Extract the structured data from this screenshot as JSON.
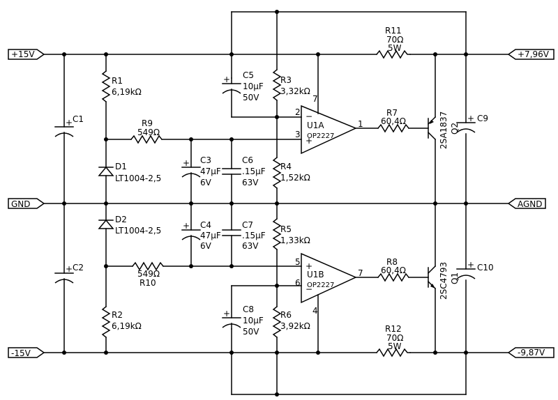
{
  "ports": {
    "pos15": "+15V",
    "gnd": "GND",
    "neg15": "-15V",
    "pos_out": "+7,96V",
    "agnd": "AGND",
    "neg_out": "-9,87V"
  },
  "components": {
    "R1": {
      "ref": "R1",
      "value": "6,19kΩ"
    },
    "R2": {
      "ref": "R2",
      "value": "6,19kΩ"
    },
    "R3": {
      "ref": "R3",
      "value": "3,32kΩ"
    },
    "R4": {
      "ref": "R4",
      "value": "1,52kΩ"
    },
    "R5": {
      "ref": "R5",
      "value": "1,33kΩ"
    },
    "R6": {
      "ref": "R6",
      "value": "3,92kΩ"
    },
    "R7": {
      "ref": "R7",
      "value": "60,4Ω"
    },
    "R8": {
      "ref": "R8",
      "value": "60,4Ω"
    },
    "R9": {
      "ref": "R9",
      "value": "549Ω"
    },
    "R10": {
      "ref": "R10",
      "value": "549Ω"
    },
    "R11": {
      "ref": "R11",
      "value": "70Ω",
      "power": "5W"
    },
    "R12": {
      "ref": "R12",
      "value": "70Ω",
      "power": "5W"
    },
    "C1": {
      "ref": "C1"
    },
    "C2": {
      "ref": "C2"
    },
    "C3": {
      "ref": "C3",
      "value": "47µF",
      "voltage": "6V"
    },
    "C4": {
      "ref": "C4",
      "value": "47µF",
      "voltage": "6V"
    },
    "C5": {
      "ref": "C5",
      "value": "10µF",
      "voltage": "50V"
    },
    "C6": {
      "ref": "C6",
      "value": ".15µF",
      "voltage": "63V"
    },
    "C7": {
      "ref": "C7",
      "value": ".15µF",
      "voltage": "63V"
    },
    "C8": {
      "ref": "C8",
      "value": "10µF",
      "voltage": "50V"
    },
    "C9": {
      "ref": "C9"
    },
    "C10": {
      "ref": "C10"
    },
    "D1": {
      "ref": "D1",
      "part": "LT1004-2,5"
    },
    "D2": {
      "ref": "D2",
      "part": "LT1004-2,5"
    },
    "Q1": {
      "ref": "Q1",
      "part": "2SC4793"
    },
    "Q2": {
      "ref": "Q2",
      "part": "2SA1837"
    },
    "U1A": {
      "ref": "U1A",
      "part": "OP2227",
      "pin_inv": "2",
      "pin_noninv": "3",
      "pin_out": "1",
      "pin_supply": "7",
      "sign_minus": "−",
      "sign_plus": "+"
    },
    "U1B": {
      "ref": "U1B",
      "part": "OP2227",
      "pin_noninv": "5",
      "pin_inv": "6",
      "pin_out": "7",
      "pin_supply": "4",
      "sign_minus": "−",
      "sign_plus": "+"
    }
  }
}
